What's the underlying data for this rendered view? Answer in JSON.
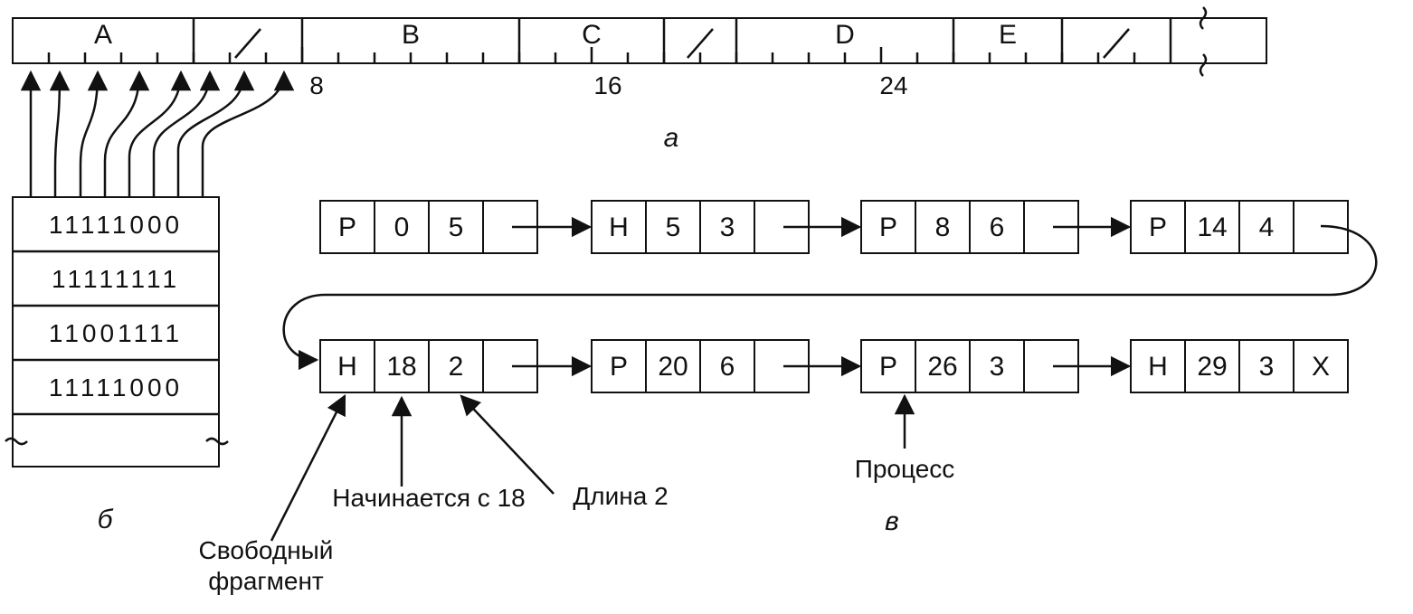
{
  "memory": {
    "segments": [
      {
        "label": "A",
        "state": "process"
      },
      {
        "label": "",
        "state": "hole"
      },
      {
        "label": "B",
        "state": "process"
      },
      {
        "label": "C",
        "state": "process"
      },
      {
        "label": "",
        "state": "hole"
      },
      {
        "label": "D",
        "state": "process"
      },
      {
        "label": "E",
        "state": "process"
      },
      {
        "label": "",
        "state": "hole"
      },
      {
        "label": "",
        "state": "continued"
      }
    ],
    "unit_marks": [
      "8",
      "16",
      "24"
    ],
    "caption": "а"
  },
  "bitmap": {
    "rows": [
      "11111000",
      "11111111",
      "11001111",
      "11111000"
    ],
    "caption": "б"
  },
  "list": {
    "nodes": [
      {
        "type": "P",
        "start": "0",
        "length": "5"
      },
      {
        "type": "H",
        "start": "5",
        "length": "3"
      },
      {
        "type": "P",
        "start": "8",
        "length": "6"
      },
      {
        "type": "P",
        "start": "14",
        "length": "4"
      },
      {
        "type": "H",
        "start": "18",
        "length": "2"
      },
      {
        "type": "P",
        "start": "20",
        "length": "6"
      },
      {
        "type": "P",
        "start": "26",
        "length": "3"
      },
      {
        "type": "H",
        "start": "29",
        "length": "3",
        "end": "X"
      }
    ],
    "annotations": {
      "free_fragment_line1": "Свободный",
      "free_fragment_line2": "фрагмент",
      "starts_at": "Начинается с 18",
      "length": "Длина 2",
      "process": "Процесс"
    },
    "caption": "в"
  }
}
